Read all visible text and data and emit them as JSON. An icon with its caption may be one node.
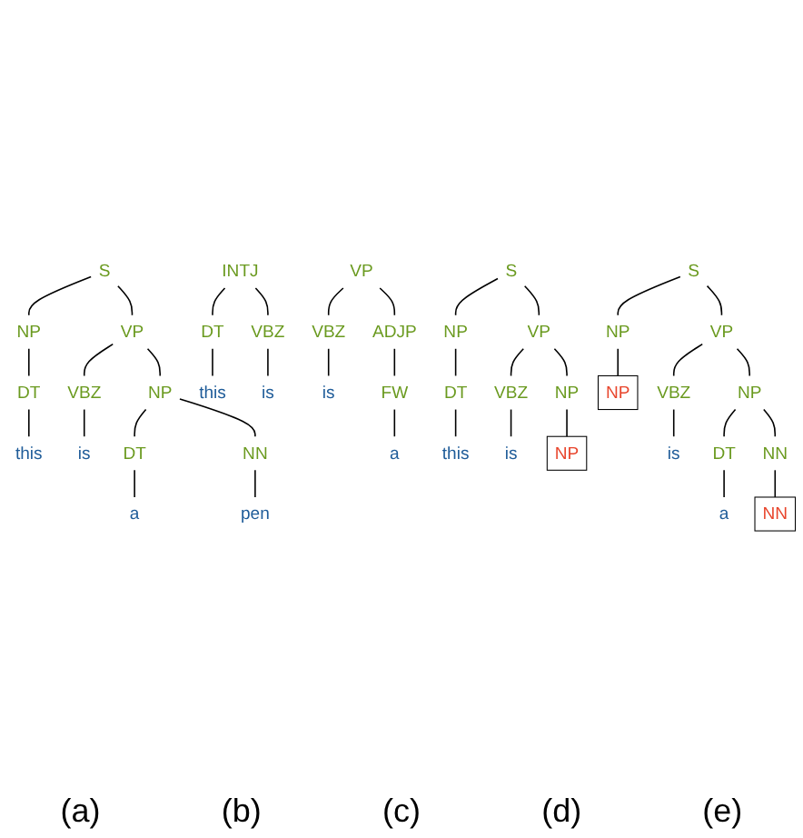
{
  "diagram": {
    "nodes": [
      {
        "text": [
          "S"
        ]
      },
      {
        "text": [
          "NP"
        ]
      },
      {
        "text": [
          "VP"
        ]
      },
      {
        "text": [
          "DT"
        ]
      },
      {
        "text": [
          "this"
        ]
      },
      {
        "text": [
          "VBZ"
        ]
      },
      {
        "text": [
          "NP"
        ]
      },
      {
        "text": [
          "is"
        ]
      },
      {
        "text": [
          "DT"
        ]
      },
      {
        "text": [
          "NN"
        ]
      },
      {
        "text": [
          "a"
        ]
      },
      {
        "text": [
          "pen"
        ]
      },
      {
        "text": [
          "INTJ"
        ]
      },
      {
        "text": [
          "DT"
        ]
      },
      {
        "text": [
          "VBZ"
        ]
      },
      {
        "text": [
          "this"
        ]
      },
      {
        "text": [
          "is"
        ]
      },
      {
        "text": [
          "VP"
        ]
      },
      {
        "text": [
          "VBZ"
        ]
      },
      {
        "text": [
          "ADJP"
        ]
      },
      {
        "text": [
          "is"
        ]
      },
      {
        "text": [
          "FW"
        ]
      },
      {
        "text": [
          "a"
        ]
      },
      {
        "text": [
          "S"
        ]
      },
      {
        "text": [
          "NP"
        ]
      },
      {
        "text": [
          "VP"
        ]
      },
      {
        "text": [
          "DT"
        ]
      },
      {
        "text": [
          "this"
        ]
      },
      {
        "text": [
          "VBZ"
        ]
      },
      {
        "text": [
          "NP"
        ]
      },
      {
        "text": [
          "is"
        ]
      },
      {
        "text": [
          "NP"
        ]
      },
      {
        "text": [
          "S"
        ]
      },
      {
        "text": [
          "NP"
        ]
      },
      {
        "text": [
          "VP"
        ]
      },
      {
        "text": [
          "NP"
        ]
      },
      {
        "text": [
          "VBZ"
        ]
      },
      {
        "text": [
          "NP"
        ]
      },
      {
        "text": [
          "is"
        ]
      },
      {
        "text": [
          "DT"
        ]
      },
      {
        "text": [
          "NN"
        ]
      },
      {
        "text": [
          "a"
        ]
      },
      {
        "text": [
          "NN"
        ]
      }
    ],
    "edges": [
      {
        "from": 0,
        "to": 1,
        "arrow": "none"
      },
      {
        "from": 0,
        "to": 2,
        "arrow": "none"
      },
      {
        "from": 1,
        "to": 3,
        "arrow": "none"
      },
      {
        "from": 3,
        "to": 4,
        "arrow": "none"
      },
      {
        "from": 2,
        "to": 5,
        "arrow": "none"
      },
      {
        "from": 2,
        "to": 6,
        "arrow": "none"
      },
      {
        "from": 5,
        "to": 7,
        "arrow": "none"
      },
      {
        "from": 6,
        "to": 8,
        "arrow": "none"
      },
      {
        "from": 6,
        "to": 9,
        "arrow": "none"
      },
      {
        "from": 8,
        "to": 10,
        "arrow": "none"
      },
      {
        "from": 9,
        "to": 11,
        "arrow": "none"
      },
      {
        "from": 12,
        "to": 13,
        "arrow": "none"
      },
      {
        "from": 12,
        "to": 14,
        "arrow": "none"
      },
      {
        "from": 13,
        "to": 15,
        "arrow": "none"
      },
      {
        "from": 14,
        "to": 16,
        "arrow": "none"
      },
      {
        "from": 17,
        "to": 18,
        "arrow": "none"
      },
      {
        "from": 17,
        "to": 19,
        "arrow": "none"
      },
      {
        "from": 18,
        "to": 20,
        "arrow": "none"
      },
      {
        "from": 19,
        "to": 21,
        "arrow": "none"
      },
      {
        "from": 21,
        "to": 22,
        "arrow": "none"
      },
      {
        "from": 23,
        "to": 24,
        "arrow": "none"
      },
      {
        "from": 23,
        "to": 25,
        "arrow": "none"
      },
      {
        "from": 24,
        "to": 26,
        "arrow": "none"
      },
      {
        "from": 26,
        "to": 27,
        "arrow": "none"
      },
      {
        "from": 25,
        "to": 28,
        "arrow": "none"
      },
      {
        "from": 25,
        "to": 29,
        "arrow": "none"
      },
      {
        "from": 28,
        "to": 30,
        "arrow": "none"
      },
      {
        "from": 29,
        "to": 31,
        "arrow": "none"
      },
      {
        "from": 32,
        "to": 33,
        "arrow": "none"
      },
      {
        "from": 32,
        "to": 34,
        "arrow": "none"
      },
      {
        "from": 33,
        "to": 35,
        "arrow": "none"
      },
      {
        "from": 34,
        "to": 36,
        "arrow": "none"
      },
      {
        "from": 34,
        "to": 37,
        "arrow": "none"
      },
      {
        "from": 36,
        "to": 38,
        "arrow": "none"
      },
      {
        "from": 37,
        "to": 39,
        "arrow": "none"
      },
      {
        "from": 37,
        "to": 40,
        "arrow": "none"
      },
      {
        "from": 39,
        "to": 41,
        "arrow": "none"
      },
      {
        "from": 40,
        "to": 42,
        "arrow": "none"
      }
    ],
    "labels": [
      "(a)",
      "(b)",
      "(c)",
      "(d)",
      "(e)"
    ]
  }
}
